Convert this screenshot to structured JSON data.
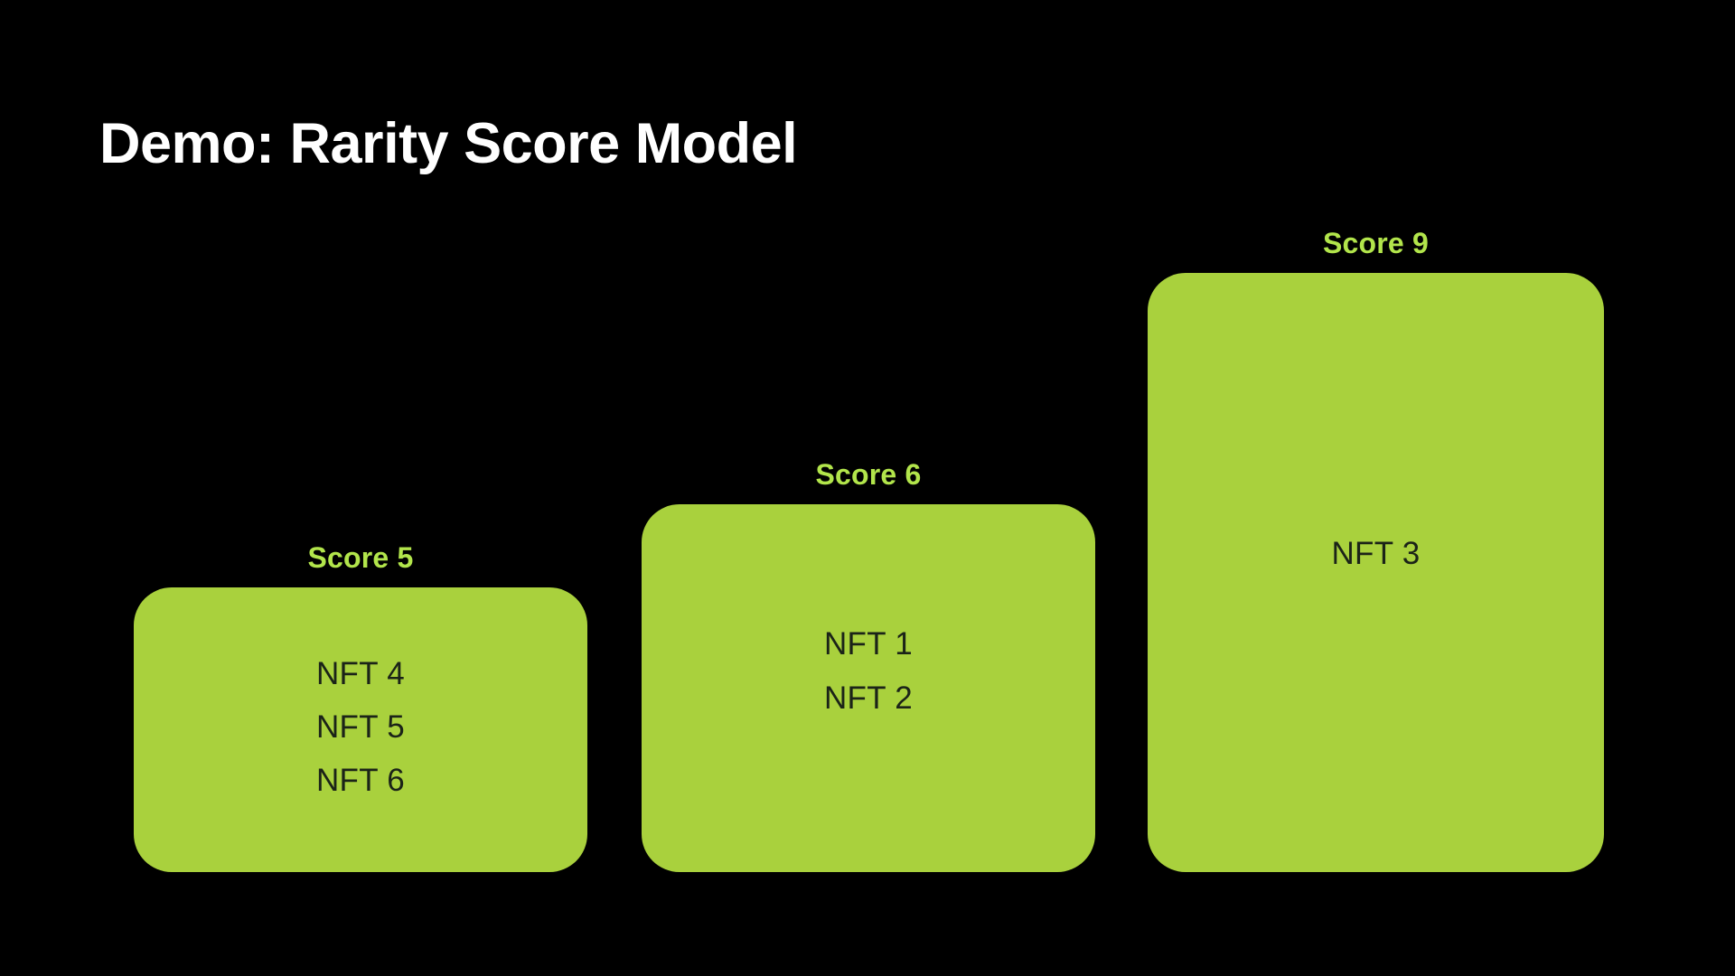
{
  "slide": {
    "title": "Demo: Rarity Score Model",
    "background_color": "#000000",
    "title_color": "#ffffff"
  },
  "colors": {
    "background": "#000000",
    "bar_fill": "#a9d13d",
    "score_label": "#b2e54b",
    "bar_text": "#1b2318",
    "title": "#ffffff"
  },
  "chart_data": {
    "type": "bar",
    "title": "Demo: Rarity Score Model",
    "xlabel": "",
    "ylabel": "",
    "grid": false,
    "legend": "none",
    "categories": [
      "Score 5",
      "Score 6",
      "Score 9"
    ],
    "values": [
      5,
      6,
      9
    ],
    "ylim": [
      0,
      9
    ],
    "bars": [
      {
        "label": "Score 5",
        "value": 5,
        "items": [
          "NFT 4",
          "NFT 5",
          "NFT 6"
        ]
      },
      {
        "label": "Score 6",
        "value": 6,
        "items": [
          "NFT 1",
          "NFT 2"
        ]
      },
      {
        "label": "Score 9",
        "value": 9,
        "items": [
          "NFT 3"
        ]
      }
    ]
  }
}
